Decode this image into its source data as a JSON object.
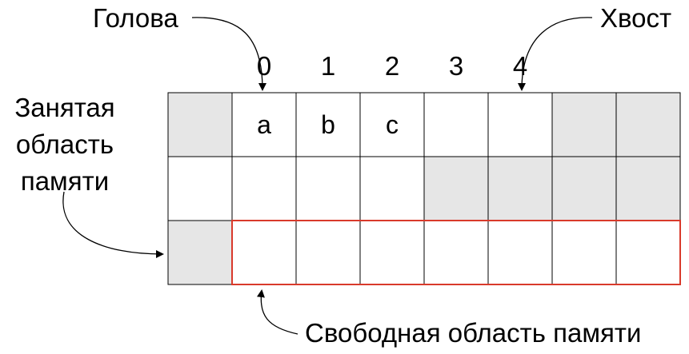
{
  "labels": {
    "head": "Голова",
    "tail": "Хвост",
    "occupied_lines": [
      "Занятая",
      "область",
      "памяти"
    ],
    "free": "Свободная область памяти"
  },
  "indices": [
    "0",
    "1",
    "2",
    "3",
    "4"
  ],
  "grid": {
    "rows": [
      [
        {
          "state": "occupied",
          "value": ""
        },
        {
          "state": "free",
          "value": "a"
        },
        {
          "state": "free",
          "value": "b"
        },
        {
          "state": "free",
          "value": "c"
        },
        {
          "state": "free",
          "value": ""
        },
        {
          "state": "free",
          "value": ""
        },
        {
          "state": "occupied",
          "value": ""
        },
        {
          "state": "occupied",
          "value": ""
        }
      ],
      [
        {
          "state": "free",
          "value": ""
        },
        {
          "state": "free",
          "value": ""
        },
        {
          "state": "free",
          "value": ""
        },
        {
          "state": "free",
          "value": ""
        },
        {
          "state": "occupied",
          "value": ""
        },
        {
          "state": "occupied",
          "value": ""
        },
        {
          "state": "occupied",
          "value": ""
        },
        {
          "state": "occupied",
          "value": ""
        }
      ],
      [
        {
          "state": "occupied",
          "value": ""
        },
        {
          "state": "free",
          "value": ""
        },
        {
          "state": "free",
          "value": ""
        },
        {
          "state": "free",
          "value": ""
        },
        {
          "state": "free",
          "value": ""
        },
        {
          "state": "free",
          "value": ""
        },
        {
          "state": "free",
          "value": ""
        },
        {
          "state": "free",
          "value": ""
        }
      ]
    ]
  },
  "colors": {
    "occupied": "#e6e6e6",
    "free": "#ffffff",
    "grid_line": "#000000",
    "free_region_highlight": "#d93a2b"
  }
}
